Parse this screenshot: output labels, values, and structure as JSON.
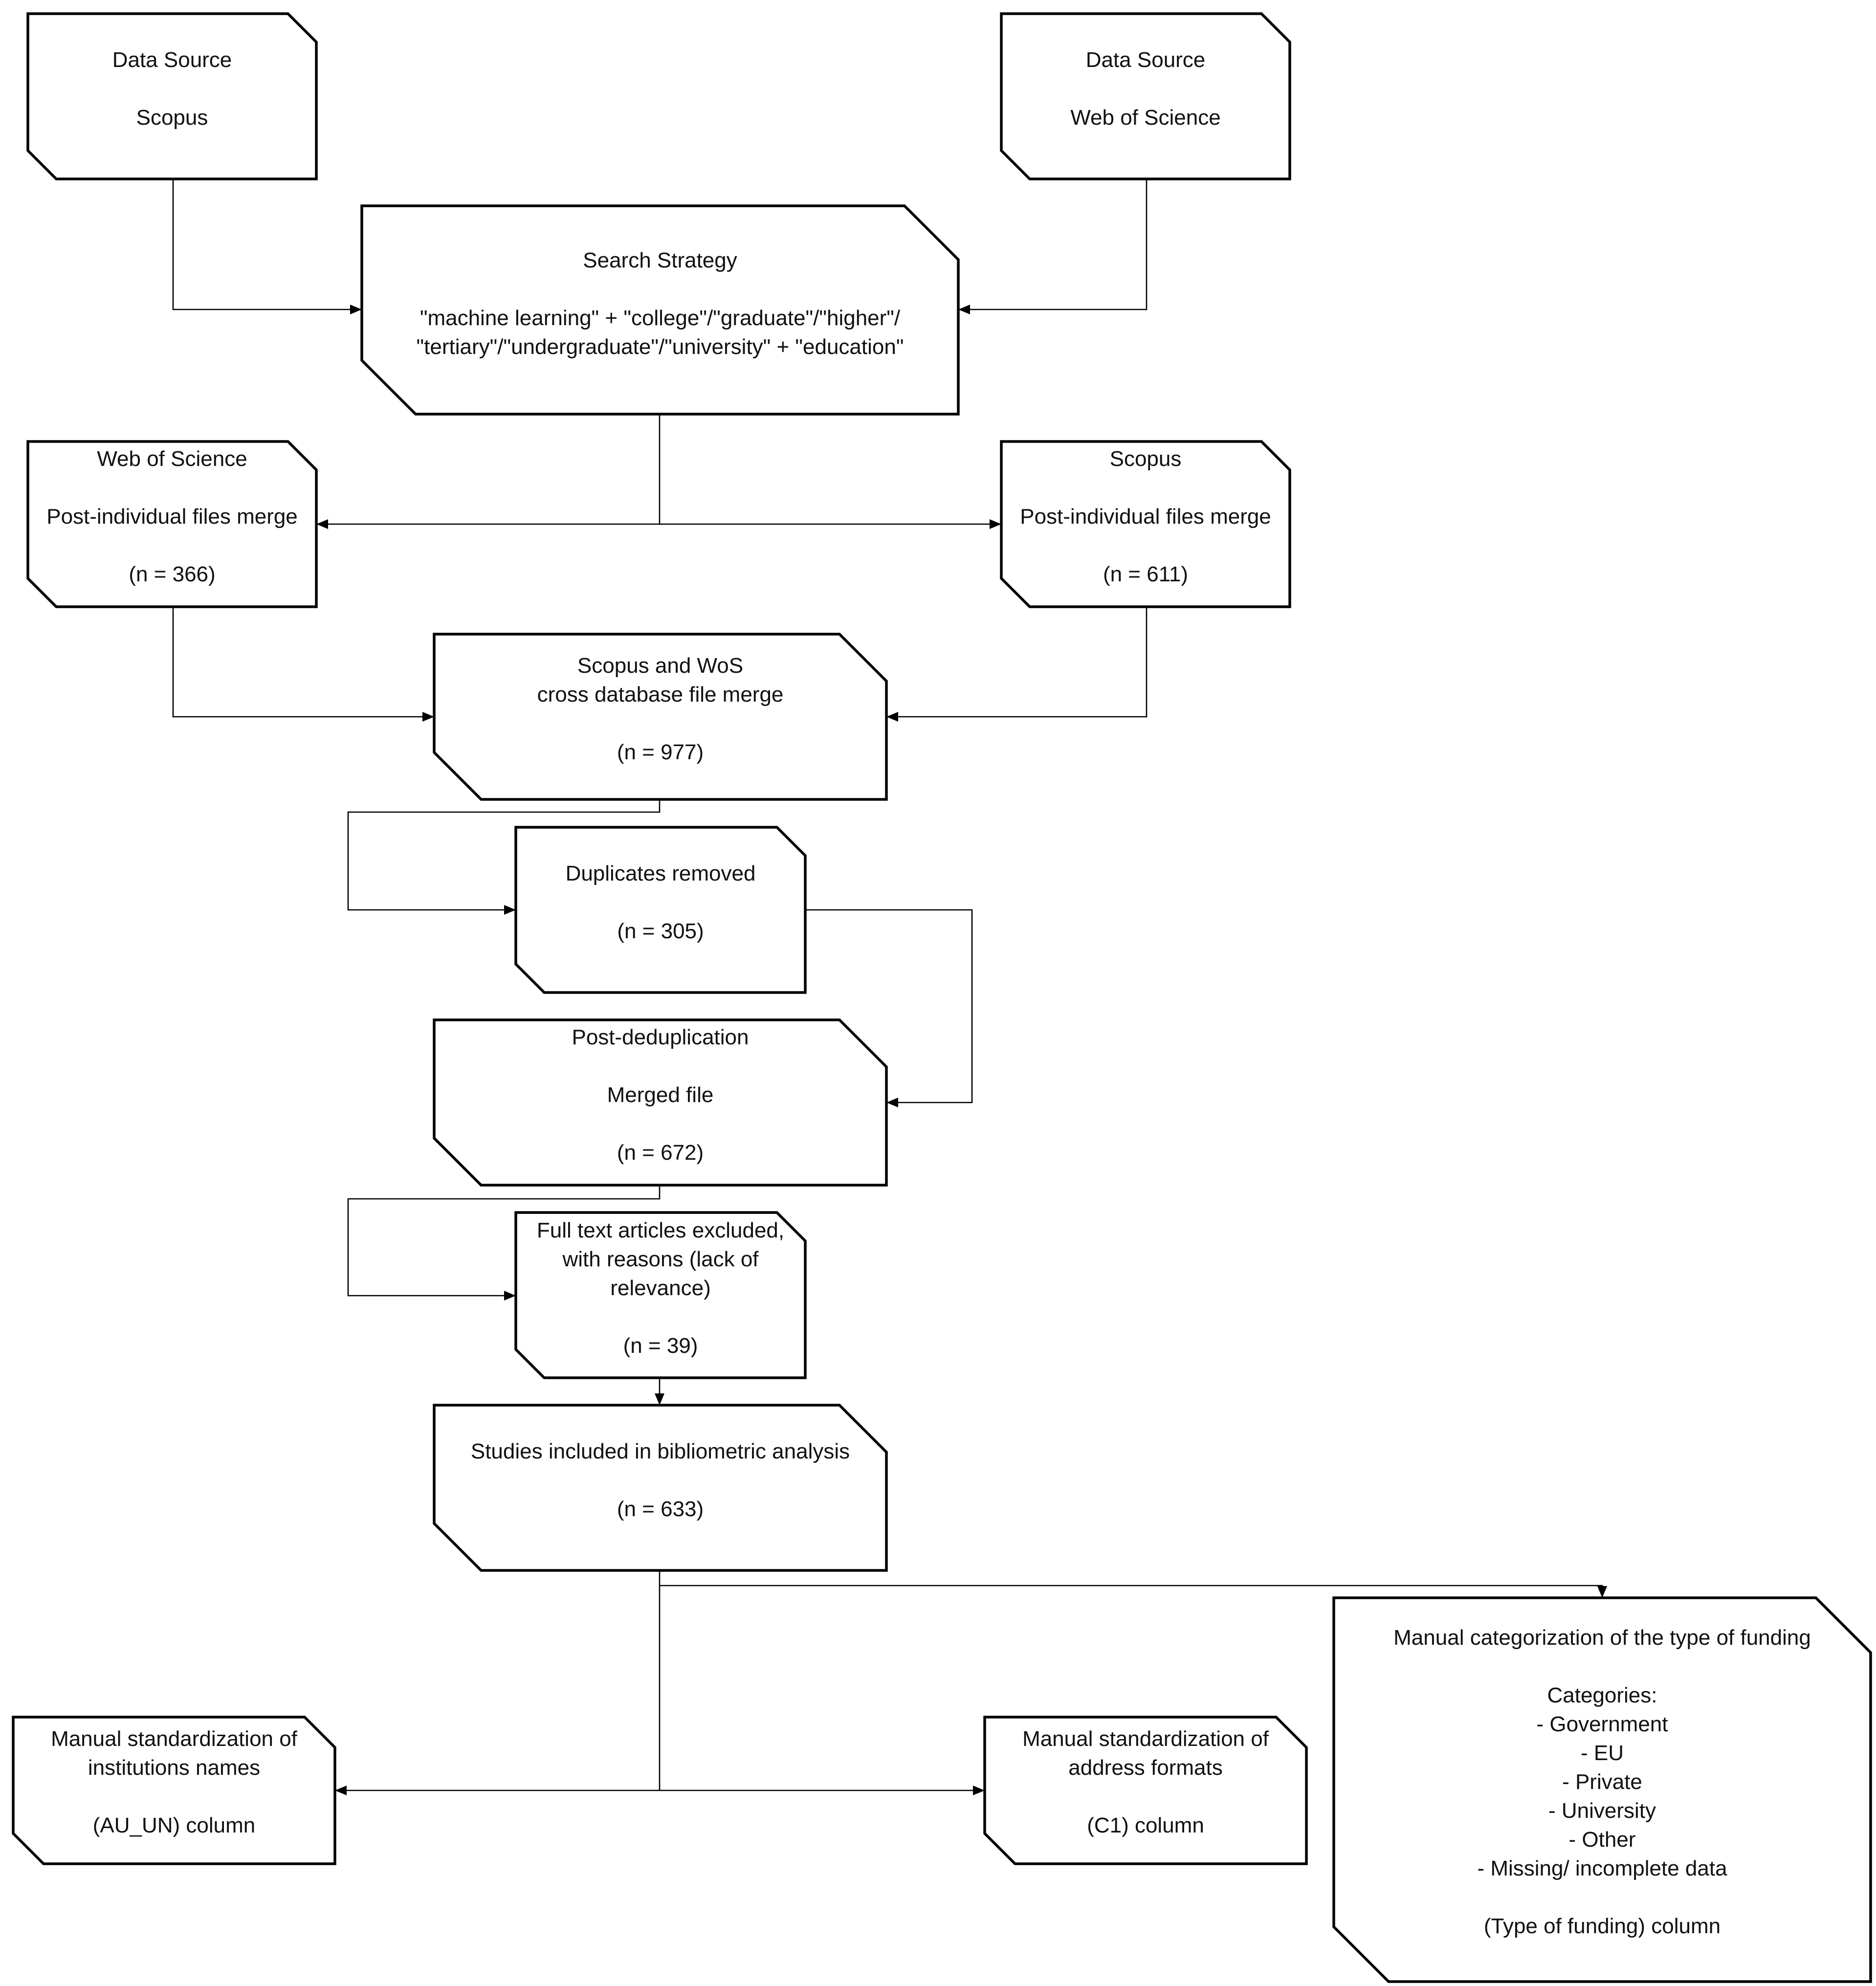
{
  "nodes": [
    {
      "id": "data-source-scopus",
      "lines": [
        "Data Source",
        "",
        "Scopus"
      ]
    },
    {
      "id": "data-source-wos",
      "lines": [
        "Data Source",
        "",
        "Web of Science"
      ]
    },
    {
      "id": "search-strategy",
      "lines": [
        "Search Strategy",
        "",
        "\"machine learning\" + \"college\"/\"graduate\"/\"higher\"/",
        "\"tertiary\"/\"undergraduate\"/\"university\" + \"education\""
      ]
    },
    {
      "id": "wos-post-merge",
      "lines": [
        "Web of Science",
        "",
        "Post-individual files merge",
        "",
        "(n = 366)"
      ]
    },
    {
      "id": "scopus-post-merge",
      "lines": [
        "Scopus",
        "",
        "Post-individual files merge",
        "",
        "(n = 611)"
      ]
    },
    {
      "id": "cross-database-merge",
      "lines": [
        "Scopus and WoS",
        "cross database file merge",
        "",
        "(n = 977)"
      ]
    },
    {
      "id": "duplicates-removed",
      "lines": [
        "Duplicates removed",
        "",
        "(n = 305)"
      ]
    },
    {
      "id": "post-deduplication",
      "lines": [
        "Post-deduplication",
        "",
        "Merged file",
        "",
        "(n = 672)"
      ]
    },
    {
      "id": "full-text-excluded",
      "lines": [
        "Full text articles excluded,",
        "with reasons (lack of",
        "relevance)",
        "",
        "(n = 39)"
      ]
    },
    {
      "id": "studies-included",
      "lines": [
        "Studies included in bibliometric analysis",
        "",
        "(n = 633)"
      ]
    },
    {
      "id": "standardize-institutions",
      "lines": [
        "Manual standardization of",
        "institutions names",
        "",
        "(AU_UN) column"
      ]
    },
    {
      "id": "standardize-addresses",
      "lines": [
        "Manual standardization of",
        "address formats",
        "",
        "(C1) column"
      ]
    },
    {
      "id": "funding-categorization",
      "lines": [
        "Manual categorization of the type of funding",
        "",
        "Categories:",
        "- Government",
        "- EU",
        "- Private",
        "- University",
        "- Other",
        "- Missing/ incomplete data",
        "",
        "(Type of funding) column"
      ]
    }
  ]
}
